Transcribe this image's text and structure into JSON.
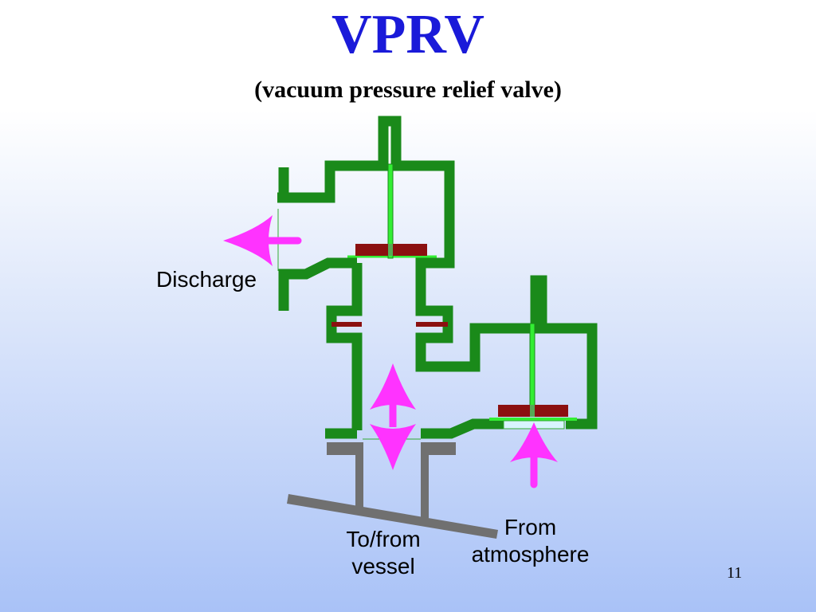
{
  "slide": {
    "title": "VPRV",
    "subtitle": "(vacuum pressure relief valve)",
    "number": "11"
  },
  "labels": {
    "discharge": "Discharge",
    "vessel_line1": "To/from",
    "vessel_line2": "vessel",
    "atmosphere_line1": "From",
    "atmosphere_line2": "atmosphere"
  },
  "colors": {
    "body": "#1a8a1a",
    "stem": "#33ee33",
    "pallet": "#8b1010",
    "pipe": "#707070",
    "arrow": "#ff33ff",
    "title": "#1a1ad9"
  }
}
